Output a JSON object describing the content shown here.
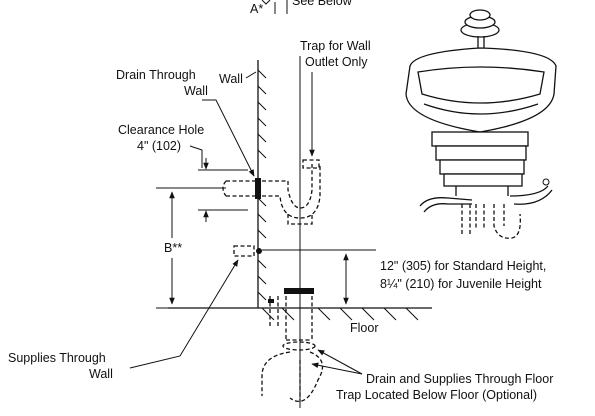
{
  "labels": {
    "top_note_a": "A*",
    "top_note_see_below": "See Below",
    "trap_wall_line1": "Trap for Wall",
    "trap_wall_line2": "Outlet Only",
    "drain_wall_line1": "Drain Through",
    "drain_wall_line2": "Wall",
    "wall": "Wall",
    "clearance_line1": "Clearance Hole",
    "clearance_line2": "4\" (102)",
    "b_dim": "B**",
    "height_line1": "12\" (305) for Standard Height,",
    "height_line2": "8¼\" (210) for Juvenile Height",
    "floor": "Floor",
    "supplies_wall_line1": "Supplies Through",
    "supplies_wall_line2": "Wall",
    "floor_drain_line1": "Drain and Supplies Through Floor",
    "floor_drain_line2": "Trap Located Below Floor (Optional)"
  }
}
